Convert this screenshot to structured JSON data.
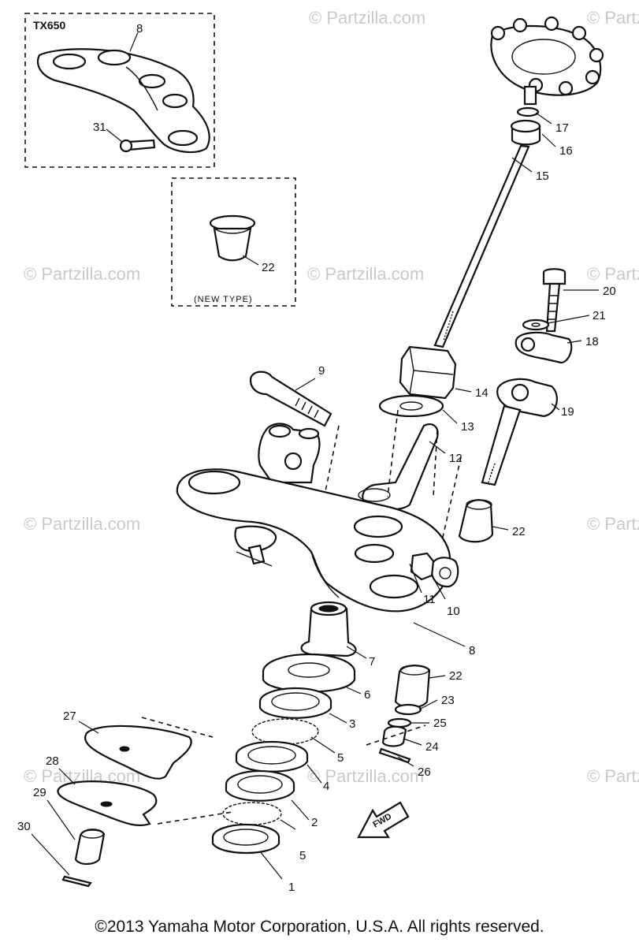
{
  "inset_tx650": {
    "title": "TX650",
    "callouts": [
      "8",
      "31"
    ]
  },
  "inset_new_type": {
    "label": "(NEW TYPE)",
    "callouts": [
      "22"
    ]
  },
  "callouts": [
    "1",
    "2",
    "3",
    "4",
    "5",
    "5",
    "6",
    "7",
    "8",
    "9",
    "10",
    "11",
    "12",
    "13",
    "14",
    "15",
    "16",
    "17",
    "18",
    "19",
    "20",
    "21",
    "22",
    "22",
    "23",
    "24",
    "25",
    "26",
    "27",
    "28",
    "29",
    "30"
  ],
  "watermark": "© Partzilla.com",
  "fwd_label": "FWD",
  "copyright": "©2013 Yamaha Motor Corporation, U.S.A. All rights reserved."
}
